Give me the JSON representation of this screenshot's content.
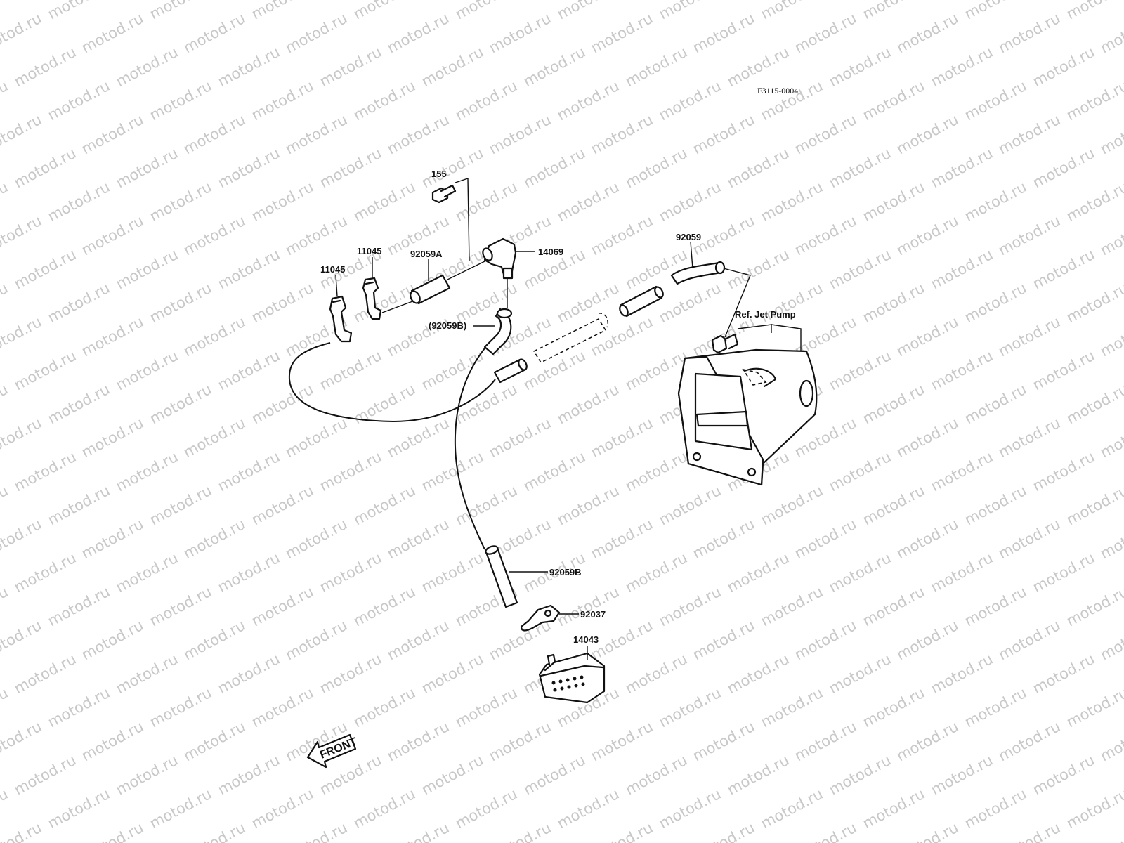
{
  "drawing_code": "F3115-0004",
  "watermark": "motod.ru",
  "reference_label": "Ref. Jet Pump",
  "front_label": "FRONT",
  "parts": [
    {
      "number": "155"
    },
    {
      "number": "11045"
    },
    {
      "number": "11045"
    },
    {
      "number": "92059A"
    },
    {
      "number": "14069"
    },
    {
      "number": "92059"
    },
    {
      "number": "(92059B)"
    },
    {
      "number": "92059B"
    },
    {
      "number": "92037"
    },
    {
      "number": "14043"
    }
  ],
  "colors": {
    "ink": "#111111",
    "watermark": "#c8c8c8",
    "background": "#ffffff"
  }
}
